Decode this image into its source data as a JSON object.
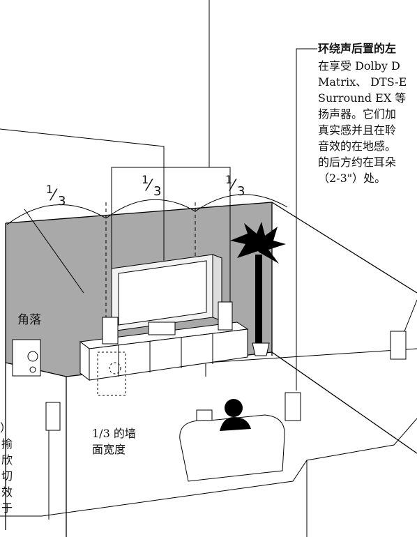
{
  "rear_note": {
    "heading": "环绕声后置的左",
    "lines": [
      "在享受 Dolby D",
      "Matrix、 DTS-E",
      "Surround EX 等",
      "扬声器。它们加",
      "真实感并且在聆",
      "音效的在地感。",
      "的后方约在耳朵",
      "（2-3\"）处。"
    ]
  },
  "fractions": [
    {
      "num": "1",
      "den": "3"
    },
    {
      "num": "1",
      "den": "3"
    },
    {
      "num": "1",
      "den": "3"
    }
  ],
  "corner_label": "角落",
  "wall_width_label": [
    "1/3 的墙",
    "面宽度"
  ],
  "left_cut_text": [
    "）",
    "揄",
    "欣",
    "切",
    "效",
    "于"
  ]
}
